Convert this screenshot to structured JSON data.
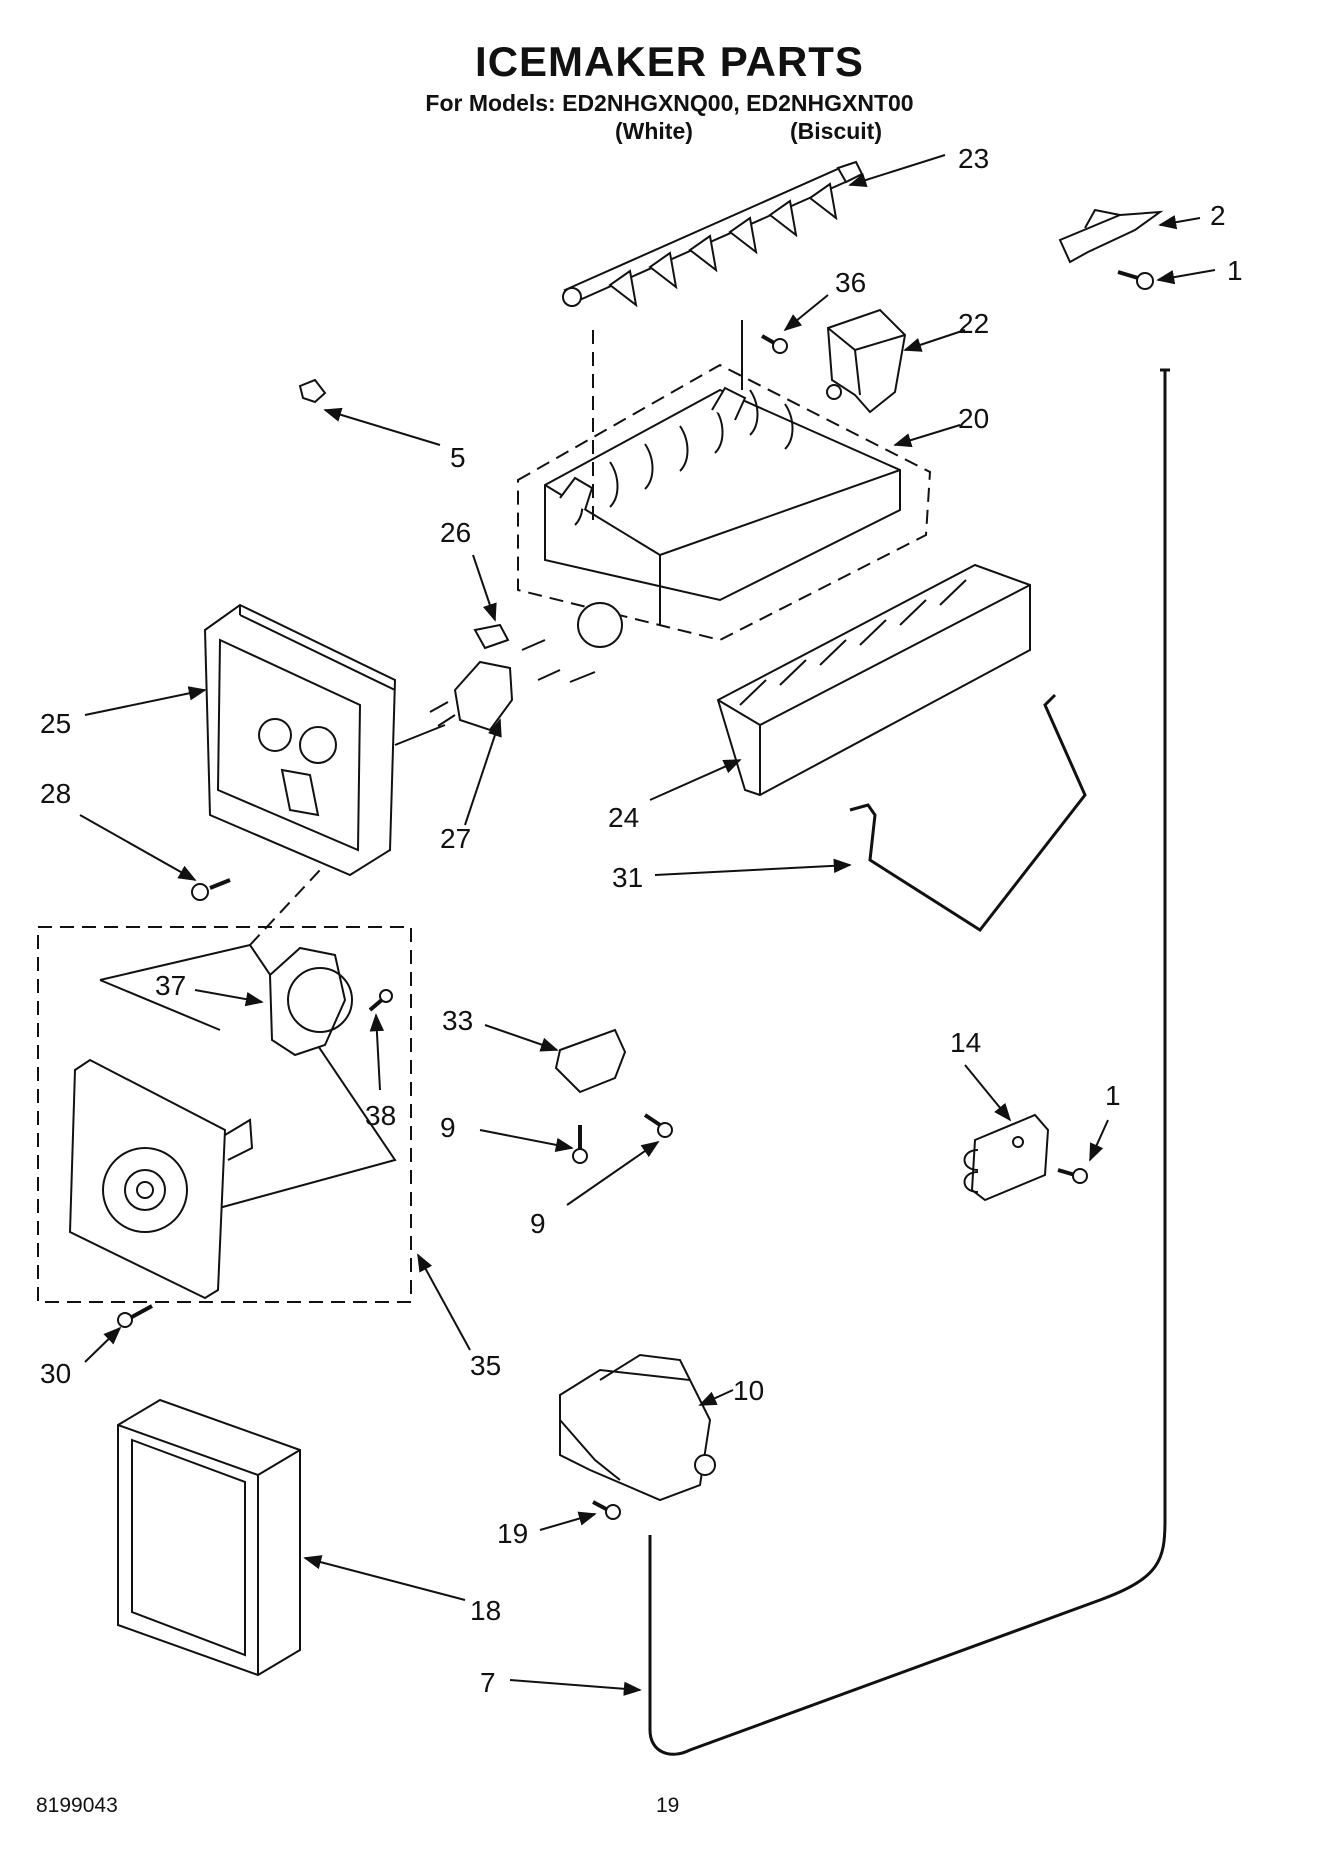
{
  "title": "ICEMAKER PARTS",
  "models_line": "For Models: ED2NHGXNQ00, ED2NHGXNT00",
  "variants": {
    "white": "(White)",
    "biscuit": "(Biscuit)"
  },
  "footer": {
    "doc_number": "8199043",
    "page_number": "19"
  },
  "callouts": {
    "p23": "23",
    "p2": "2",
    "p1a": "1",
    "p36": "36",
    "p22": "22",
    "p5": "5",
    "p20": "20",
    "p26": "26",
    "p25": "25",
    "p27": "27",
    "p24": "24",
    "p28": "28",
    "p31": "31",
    "p37": "37",
    "p33": "33",
    "p38": "38",
    "p14": "14",
    "p1b": "1",
    "p9a": "9",
    "p9b": "9",
    "p30": "30",
    "p35": "35",
    "p10": "10",
    "p19": "19",
    "p18": "18",
    "p7": "7"
  }
}
